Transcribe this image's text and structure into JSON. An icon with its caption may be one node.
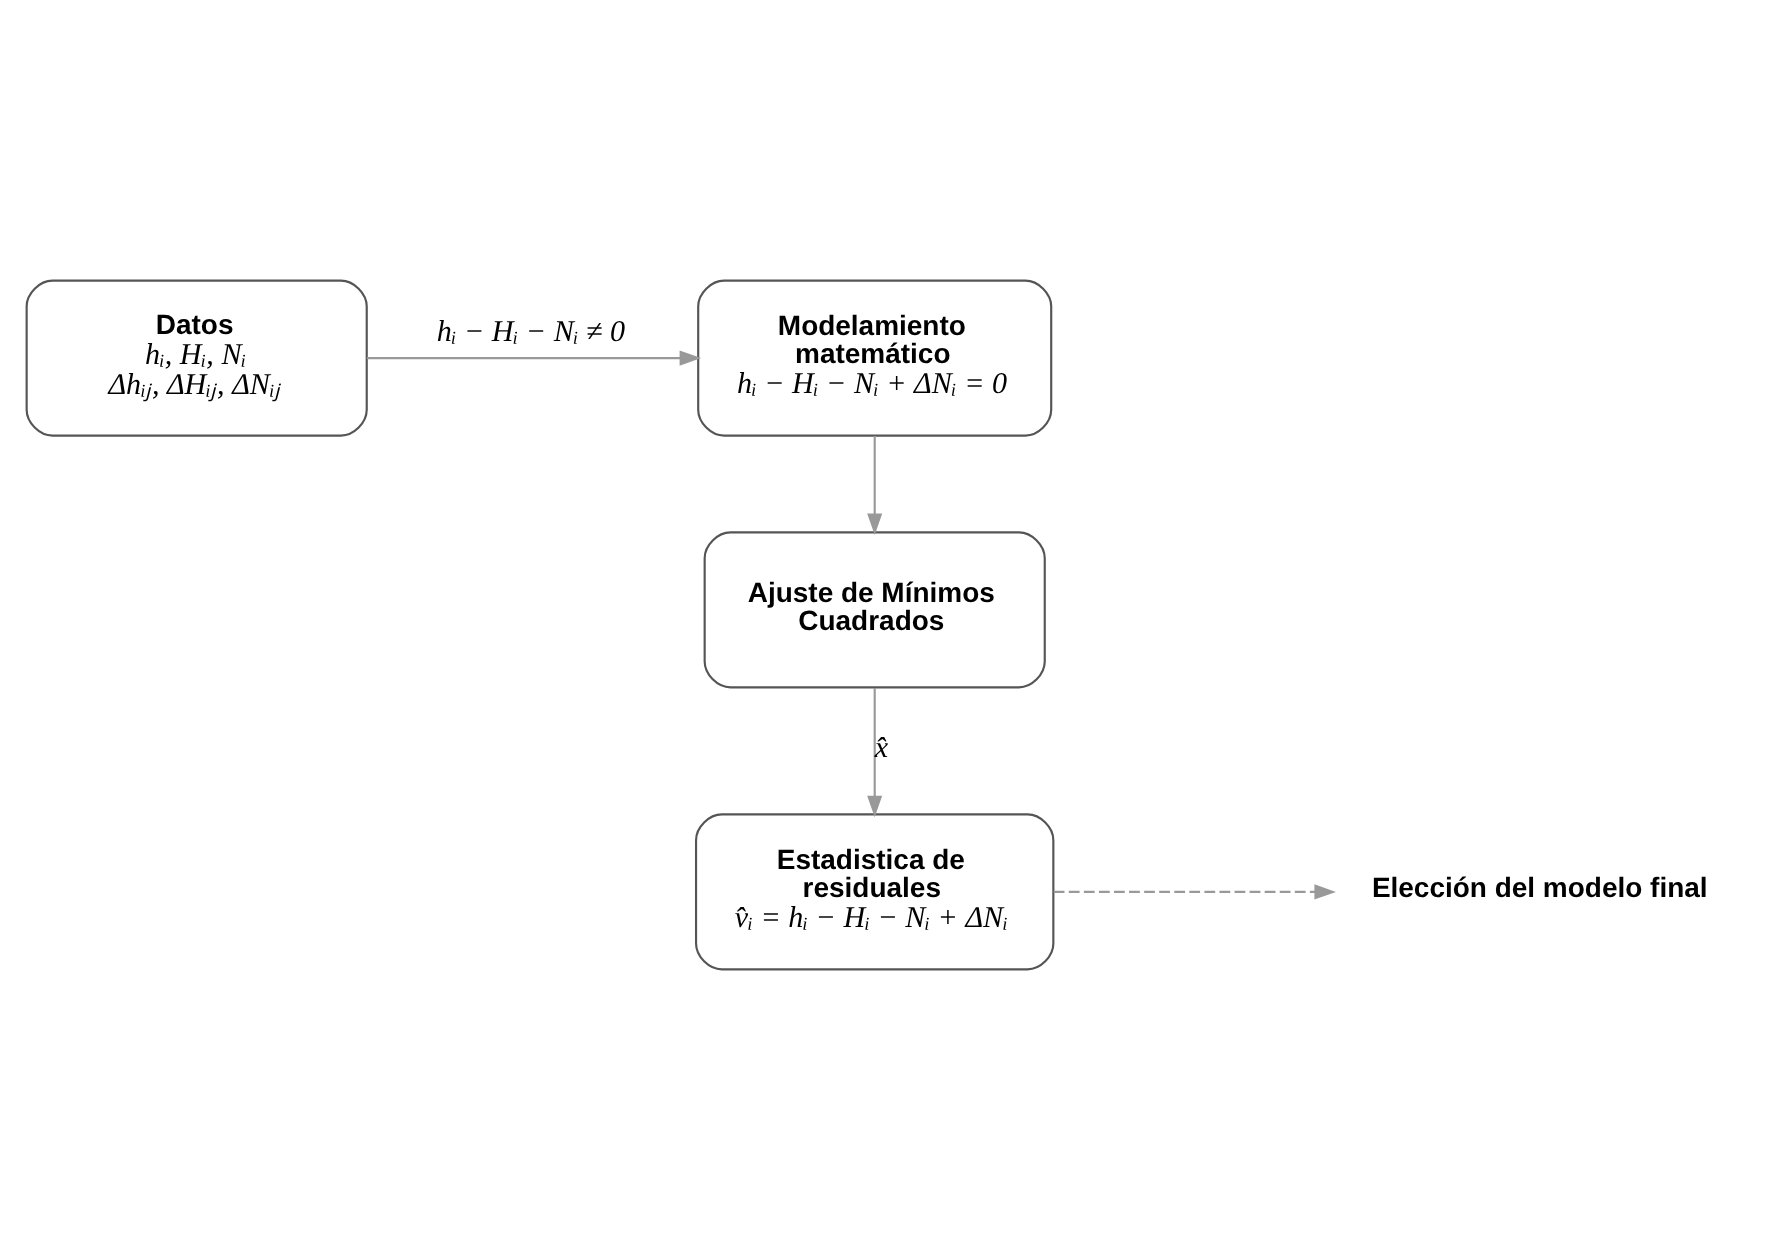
{
  "diagram": {
    "nodes": [
      {
        "text": [
          "Datos",
          "hᵢ, Hᵢ, Nᵢ Δhᵢⱼ, ΔHᵢⱼ, ΔNᵢⱼ"
        ]
      },
      {
        "text": [
          "Modelamiento matemático",
          "hᵢ − Hᵢ − Nᵢ + ΔNᵢ = 0"
        ]
      },
      {
        "text": [
          "Ajuste de Mínimos Cuadrados"
        ]
      },
      {
        "text": [
          "Estadistica de residuales",
          "v̂ᵢ = hᵢ − Hᵢ − Nᵢ + ΔNᵢ"
        ]
      },
      {
        "text": [
          "Elección del modelo final"
        ]
      }
    ],
    "edges": [
      {
        "from": 0,
        "to": 1,
        "arrow": "to",
        "label": "hᵢ − Hᵢ − Nᵢ ≠ 0"
      },
      {
        "from": 1,
        "to": 2,
        "arrow": "to"
      },
      {
        "from": 2,
        "to": 3,
        "arrow": "to",
        "label": "x̂"
      },
      {
        "from": 3,
        "to": 4,
        "arrow": "to",
        "style": "dashed"
      }
    ]
  }
}
